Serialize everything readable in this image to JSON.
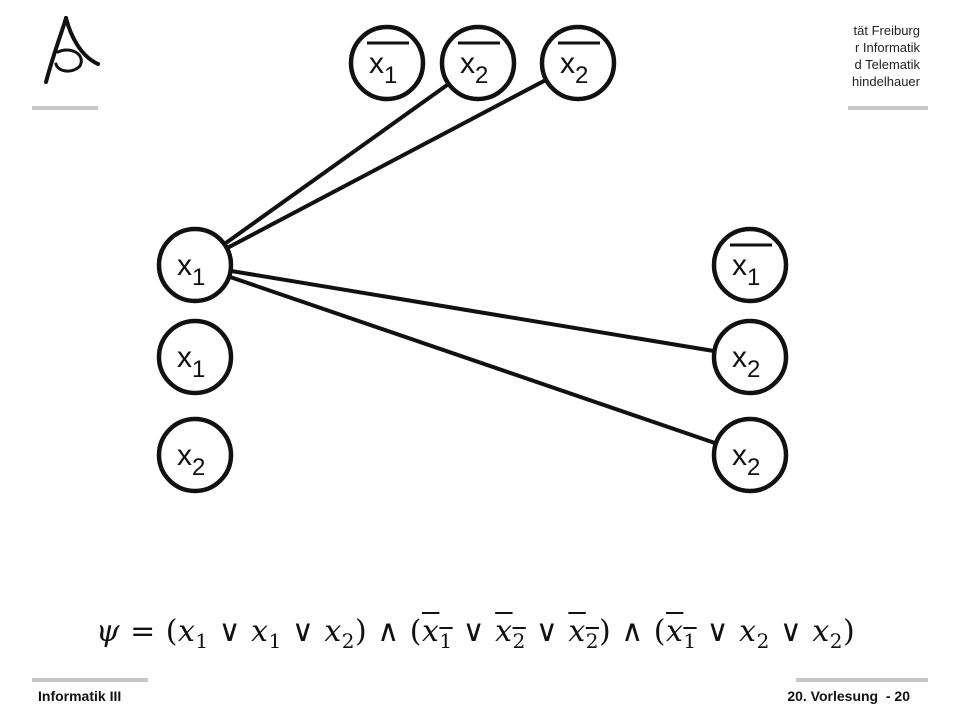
{
  "header": {
    "affiliation_lines": [
      "tät Freiburg",
      "r Informatik",
      "d Telematik",
      "hindelhauer"
    ]
  },
  "diagram": {
    "top_nodes": [
      {
        "var": "x",
        "sub": "1",
        "negated": true
      },
      {
        "var": "x",
        "sub": "2",
        "negated": true
      },
      {
        "var": "x",
        "sub": "2",
        "negated": true
      }
    ],
    "left_nodes": [
      {
        "var": "x",
        "sub": "1",
        "negated": false
      },
      {
        "var": "x",
        "sub": "1",
        "negated": false
      },
      {
        "var": "x",
        "sub": "2",
        "negated": false
      }
    ],
    "right_nodes": [
      {
        "var": "x",
        "sub": "1",
        "negated": true
      },
      {
        "var": "x",
        "sub": "2",
        "negated": false
      },
      {
        "var": "x",
        "sub": "2",
        "negated": false
      }
    ],
    "edges": [
      {
        "from": "left-0",
        "to": "top-1"
      },
      {
        "from": "left-0",
        "to": "top-2"
      },
      {
        "from": "left-0",
        "to": "right-1"
      },
      {
        "from": "left-0",
        "to": "right-2"
      }
    ]
  },
  "formula": {
    "psi": "ψ",
    "eq": "=",
    "and": "∧",
    "or": "∨",
    "clauses": [
      [
        {
          "v": "x",
          "s": "1",
          "neg": false
        },
        {
          "v": "x",
          "s": "1",
          "neg": false
        },
        {
          "v": "x",
          "s": "2",
          "neg": false
        }
      ],
      [
        {
          "v": "x",
          "s": "1",
          "neg": true
        },
        {
          "v": "x",
          "s": "2",
          "neg": true
        },
        {
          "v": "x",
          "s": "2",
          "neg": true
        }
      ],
      [
        {
          "v": "x",
          "s": "1",
          "neg": true
        },
        {
          "v": "x",
          "s": "2",
          "neg": false
        },
        {
          "v": "x",
          "s": "2",
          "neg": false
        }
      ]
    ]
  },
  "footer": {
    "left": "Informatik III",
    "right": "20. Vorlesung  - 20"
  }
}
